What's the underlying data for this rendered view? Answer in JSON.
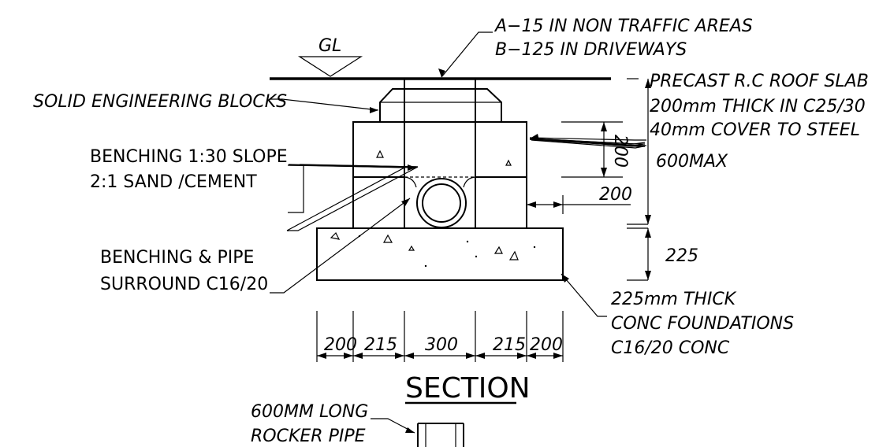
{
  "labels": {
    "gl": "GL",
    "cover_grade_a": "A−15 IN NON TRAFFIC AREAS",
    "cover_grade_b": "B−125 IN DRIVEWAYS",
    "roof_slab_1": "PRECAST R.C ROOF SLAB",
    "roof_slab_2": "200mm THICK IN C25/30",
    "roof_slab_3": "40mm COVER TO STEEL",
    "solid_blocks": "SOLID ENGINEERING BLOCKS",
    "benching_slope_1": "BENCHING 1:30 SLOPE",
    "benching_slope_2": "2:1 SAND /CEMENT",
    "benching_pipe_1": "BENCHING & PIPE",
    "benching_pipe_2": "SURROUND C16/20",
    "foundation_1": "225mm THICK",
    "foundation_2": "CONC FOUNDATIONS",
    "foundation_3": "C16/20 CONC",
    "rocker_1": "600MM LONG",
    "rocker_2": "ROCKER PIPE",
    "section_title": "SECTION"
  },
  "dimensions": {
    "block_200": "200",
    "side_200": "200",
    "max_600": "600MAX",
    "found_225": "225",
    "bottom": [
      "200",
      "215",
      "300",
      "215",
      "200"
    ]
  }
}
